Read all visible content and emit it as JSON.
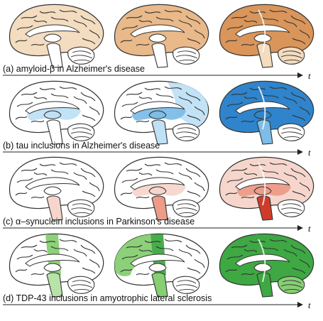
{
  "rows": [
    {
      "caption": "(a) amyloid-β in Alzheimer's disease",
      "axis_label": "t",
      "palette": {
        "light": "#f3dcbf",
        "mid": "#e9b98a",
        "dark": "#d9955a"
      }
    },
    {
      "caption": "(b) tau inclusions in Alzheimer's disease",
      "axis_label": "t",
      "palette": {
        "light": "#bfe0f5",
        "mid": "#7dbde8",
        "dark": "#2f84cb"
      }
    },
    {
      "caption": "(c) α–synuclein inclusions in Parkinson's disease",
      "axis_label": "t",
      "palette": {
        "light": "#f6d6cc",
        "mid": "#ec9c88",
        "dark": "#cf3b2b"
      }
    },
    {
      "caption": "(d) TDP-43 inclusions in amyotrophic lateral sclerosis",
      "axis_label": "t",
      "palette": {
        "light": "#b8e3a8",
        "mid": "#86cf72",
        "dark": "#3ea843"
      }
    }
  ]
}
